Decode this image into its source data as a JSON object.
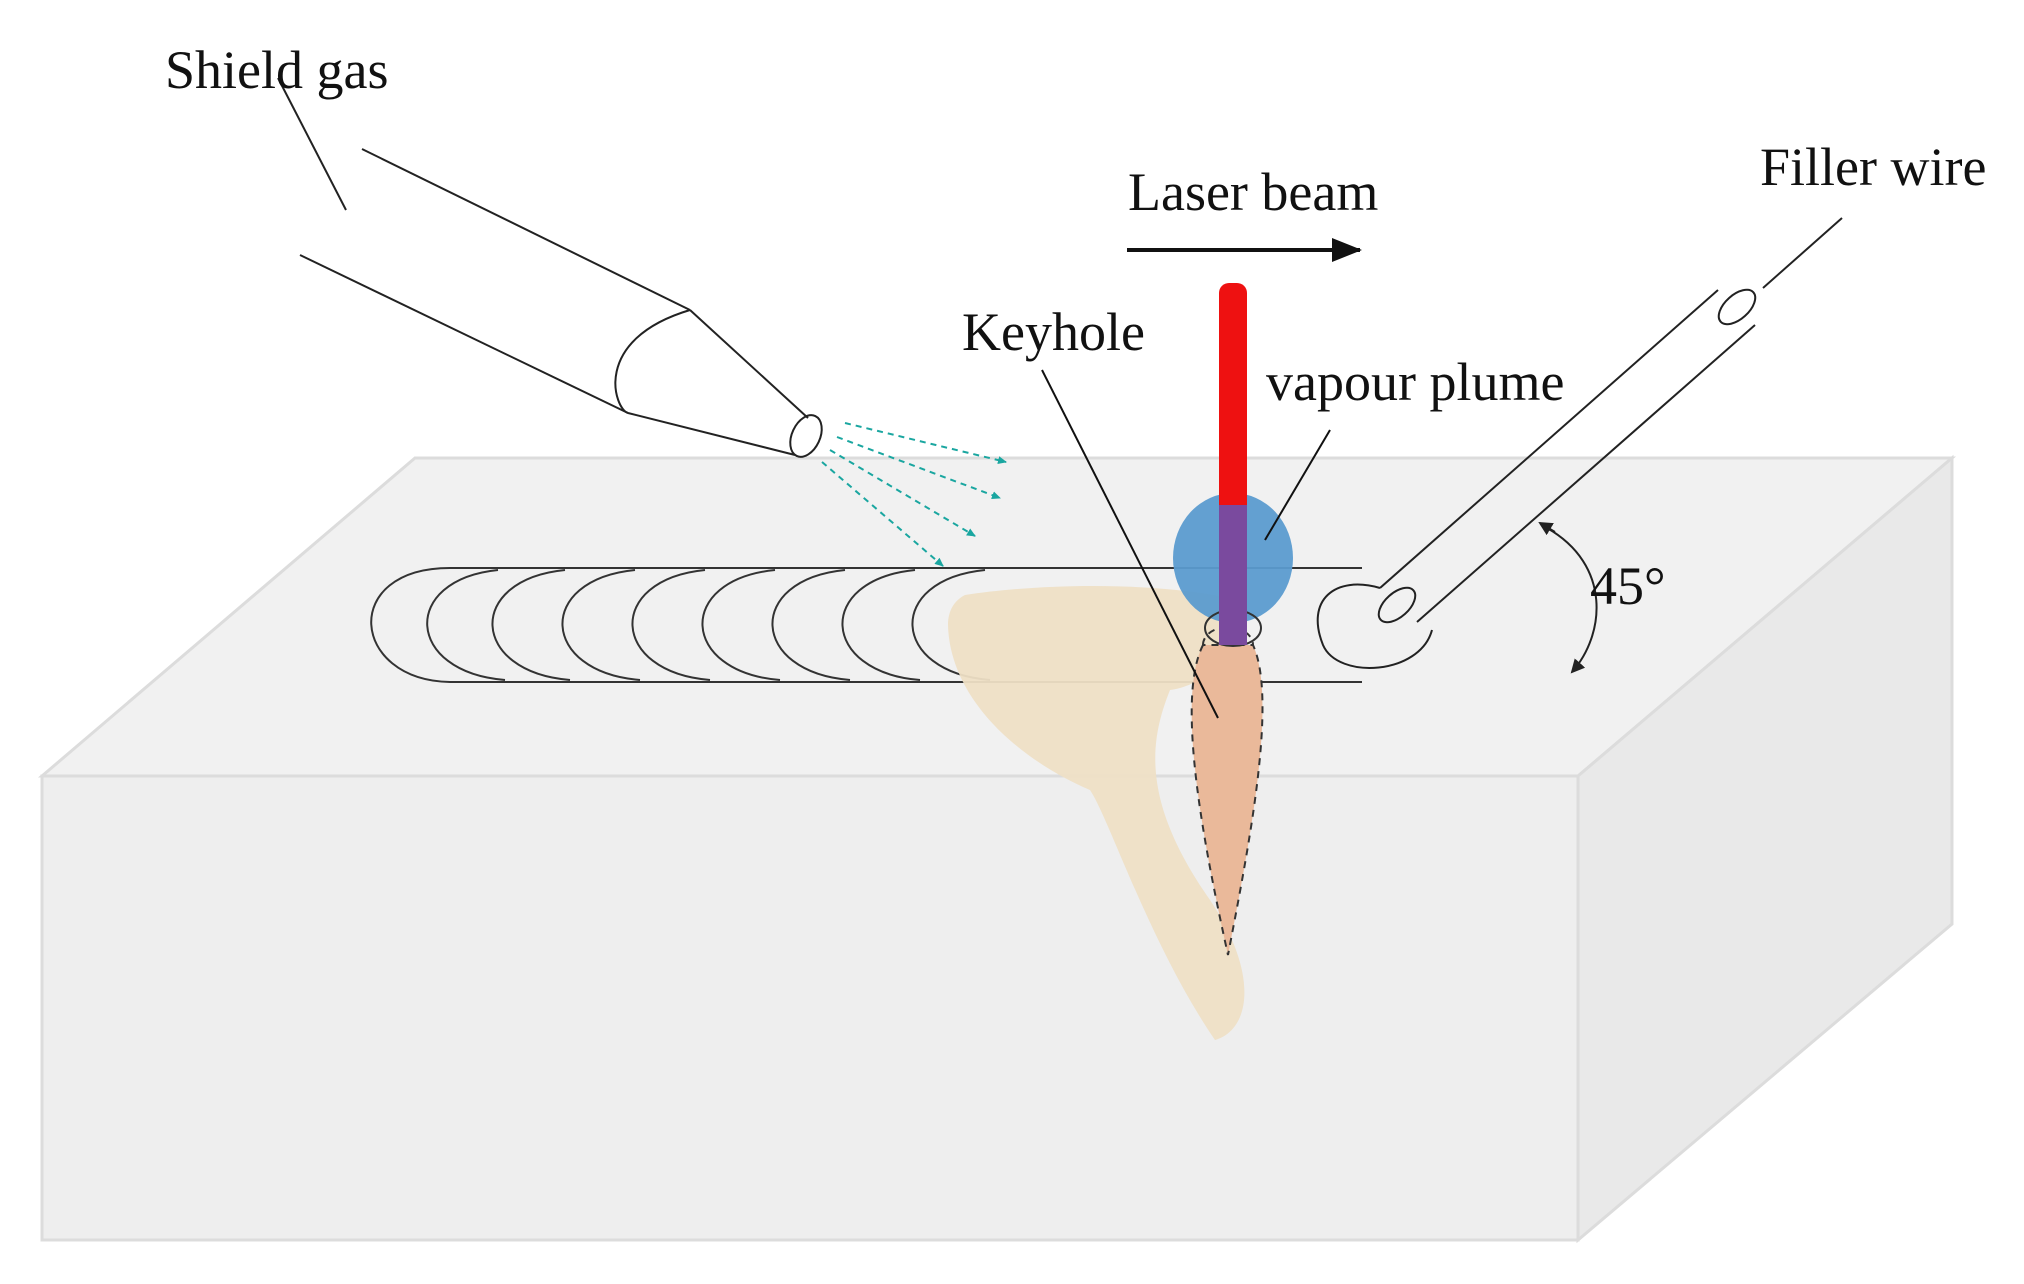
{
  "labels": {
    "shield_gas": "Shield gas",
    "laser_beam": "Laser beam",
    "filler_wire": "Filler wire",
    "keyhole": "Keyhole",
    "vapour_plume": "vapour plume",
    "angle": "45°"
  },
  "colors": {
    "block_top": "#f1f1f1",
    "block_front": "#eeeeee",
    "block_side": "#e9e9e9",
    "block_edge": "#dcdcdc",
    "laser": "#ee1111",
    "plume": "#5b9bcf",
    "melt_pool": "#eedfc5",
    "keyhole": "#eab99a",
    "gas_flow": "#1aa6a0",
    "line": "#222222"
  },
  "icons": {
    "direction_arrow": "right-arrow",
    "gas_flow": "arrow-icon"
  }
}
